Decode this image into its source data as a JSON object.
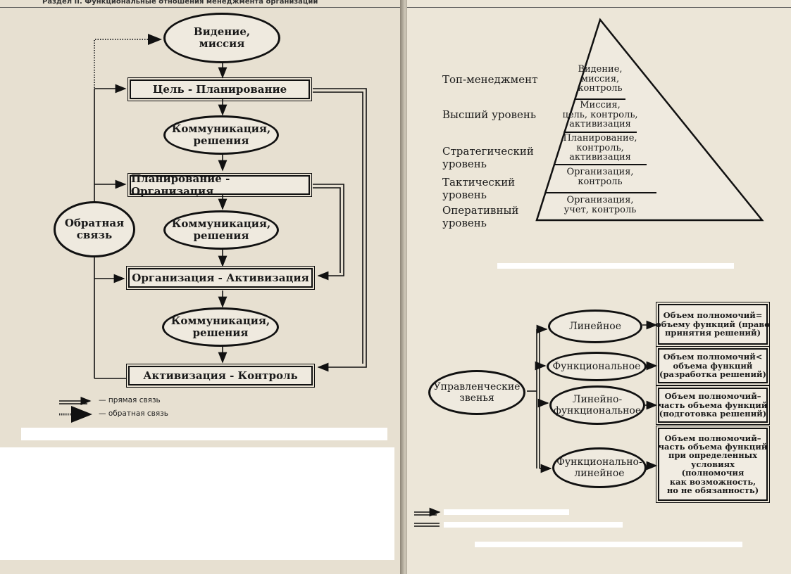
{
  "left_page": {
    "running_head": "Раздел II. Функциональные отношения менеджмента организаций",
    "flowchart": {
      "vision": "Видение,\nмиссия",
      "goal_planning": "Цель - Планирование",
      "comm1": "Коммуникация,\nрешения",
      "planning_org": "Планирование - Организация",
      "comm2": "Коммуникация,\nрешения",
      "org_activation": "Организация - Активизация",
      "comm3": "Коммуникация,\nрешения",
      "activation_control": "Активизация - Контроль",
      "feedback": "Обратная\nсвязь"
    },
    "legend": {
      "direct": "— прямая связь",
      "feedback": "— обратная связь"
    }
  },
  "right_page": {
    "levels": [
      "Топ-менеджмент",
      "Высший уровень",
      "Стратегический\nуровень",
      "Тактический\nуровень",
      "Оперативный\nуровень"
    ],
    "pyramid": [
      "Видение,\nмиссия,\nконтроль",
      "Миссия,\nцель, контроль,\nактивизация",
      "Планирование,\nконтроль,\nактивизация",
      "Организация,\nконтроль",
      "Организация,\nучет, контроль"
    ],
    "links": {
      "root": "Управленческие\nзвенья",
      "types": [
        "Линейное",
        "Функциональное",
        "Линейно-\nфункциональное",
        "Функционально-\nлинейное"
      ],
      "descriptions": [
        "Объем полномочий=\nобъему функций (право\nпринятия решений)",
        "Объем полномочий<\nобъема функций\n(разработка решений)",
        "Объем полномочий–\nчасть объема функций\n(подготовка решений)",
        "Объем полномочий–\nчасть объема функций\nпри определенных\nусловиях\n(полномочия\nкак возможность,\nно не обязанность)"
      ]
    }
  }
}
